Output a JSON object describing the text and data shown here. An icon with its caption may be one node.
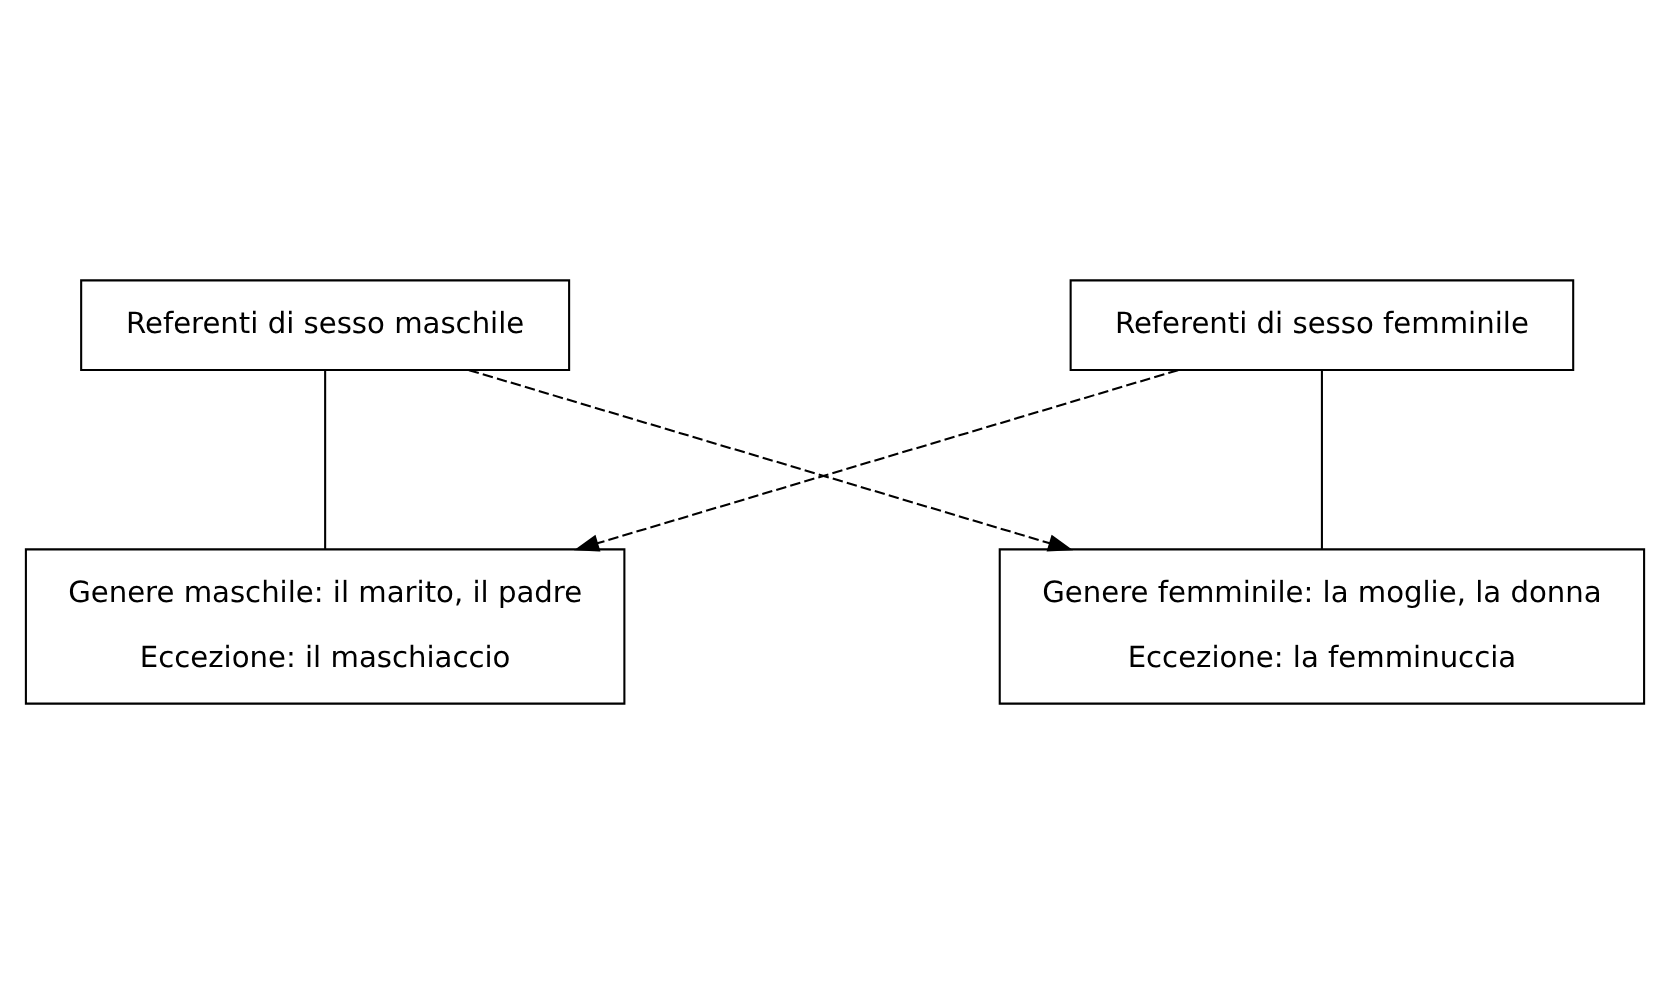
{
  "diagram": {
    "nodes": [
      {
        "text": [
          "Referenti di sesso maschile"
        ]
      },
      {
        "text": [
          "Referenti di sesso femminile"
        ]
      },
      {
        "text": [
          "Genere maschile: il marito, il padre",
          "Eccezione: il maschiaccio"
        ]
      },
      {
        "text": [
          "Genere femminile: la moglie, la donna",
          "Eccezione: la femminuccia"
        ]
      }
    ],
    "edges": [
      {
        "from": 0,
        "to": 2,
        "arrow": "none"
      },
      {
        "from": 1,
        "to": 3,
        "arrow": "none"
      },
      {
        "from": 0,
        "to": 3,
        "arrow": "to",
        "style": "dashed"
      },
      {
        "from": 1,
        "to": 2,
        "arrow": "to",
        "style": "dashed"
      }
    ]
  }
}
